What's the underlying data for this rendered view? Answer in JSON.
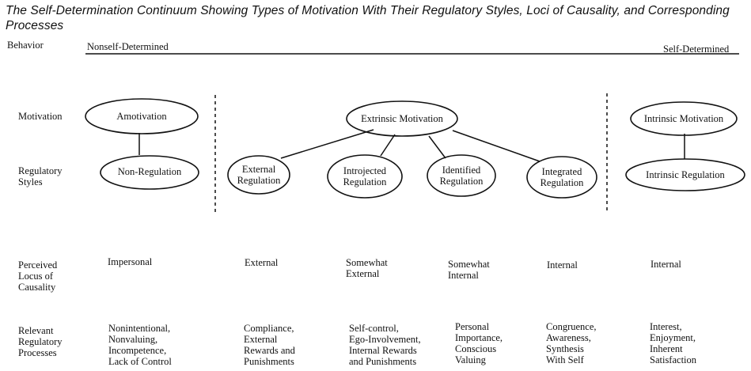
{
  "title": "The Self-Determination Continuum Showing Types of Motivation With Their Regulatory Styles, Loci of Causality, and Corresponding Processes",
  "behavior": {
    "label": "Behavior",
    "left": "Nonself-Determined",
    "right": "Self-Determined"
  },
  "rows": {
    "motivation": "Motivation",
    "regulatory_styles": "Regulatory\nStyles",
    "locus": "Perceived\nLocus of\nCausality",
    "processes": "Relevant\nRegulatory\nProcesses"
  },
  "motivation_nodes": {
    "amotivation": "Amotivation",
    "extrinsic": "Extrinsic Motivation",
    "intrinsic": "Intrinsic Motivation"
  },
  "regulation_nodes": {
    "non": "Non-Regulation",
    "external": "External\nRegulation",
    "introjected": "Introjected\nRegulation",
    "identified": "Identified\nRegulation",
    "integrated": "Integrated\nRegulation",
    "intrinsic": "Intrinsic Regulation"
  },
  "locus": {
    "impersonal": "Impersonal",
    "external": "External",
    "somewhat_external": "Somewhat\nExternal",
    "somewhat_internal": "Somewhat\nInternal",
    "internal1": "Internal",
    "internal2": "Internal"
  },
  "processes": {
    "amotivation": "Nonintentional,\nNonvaluing,\nIncompetence,\nLack of Control",
    "external": "Compliance,\nExternal\nRewards and\nPunishments",
    "introjected": "Self-control,\nEgo-Involvement,\nInternal Rewards\nand Punishments",
    "identified": "Personal\nImportance,\nConscious\nValuing",
    "integrated": "Congruence,\nAwareness,\nSynthesis\nWith Self",
    "intrinsic": "Interest,\nEnjoyment,\nInherent\nSatisfaction"
  }
}
